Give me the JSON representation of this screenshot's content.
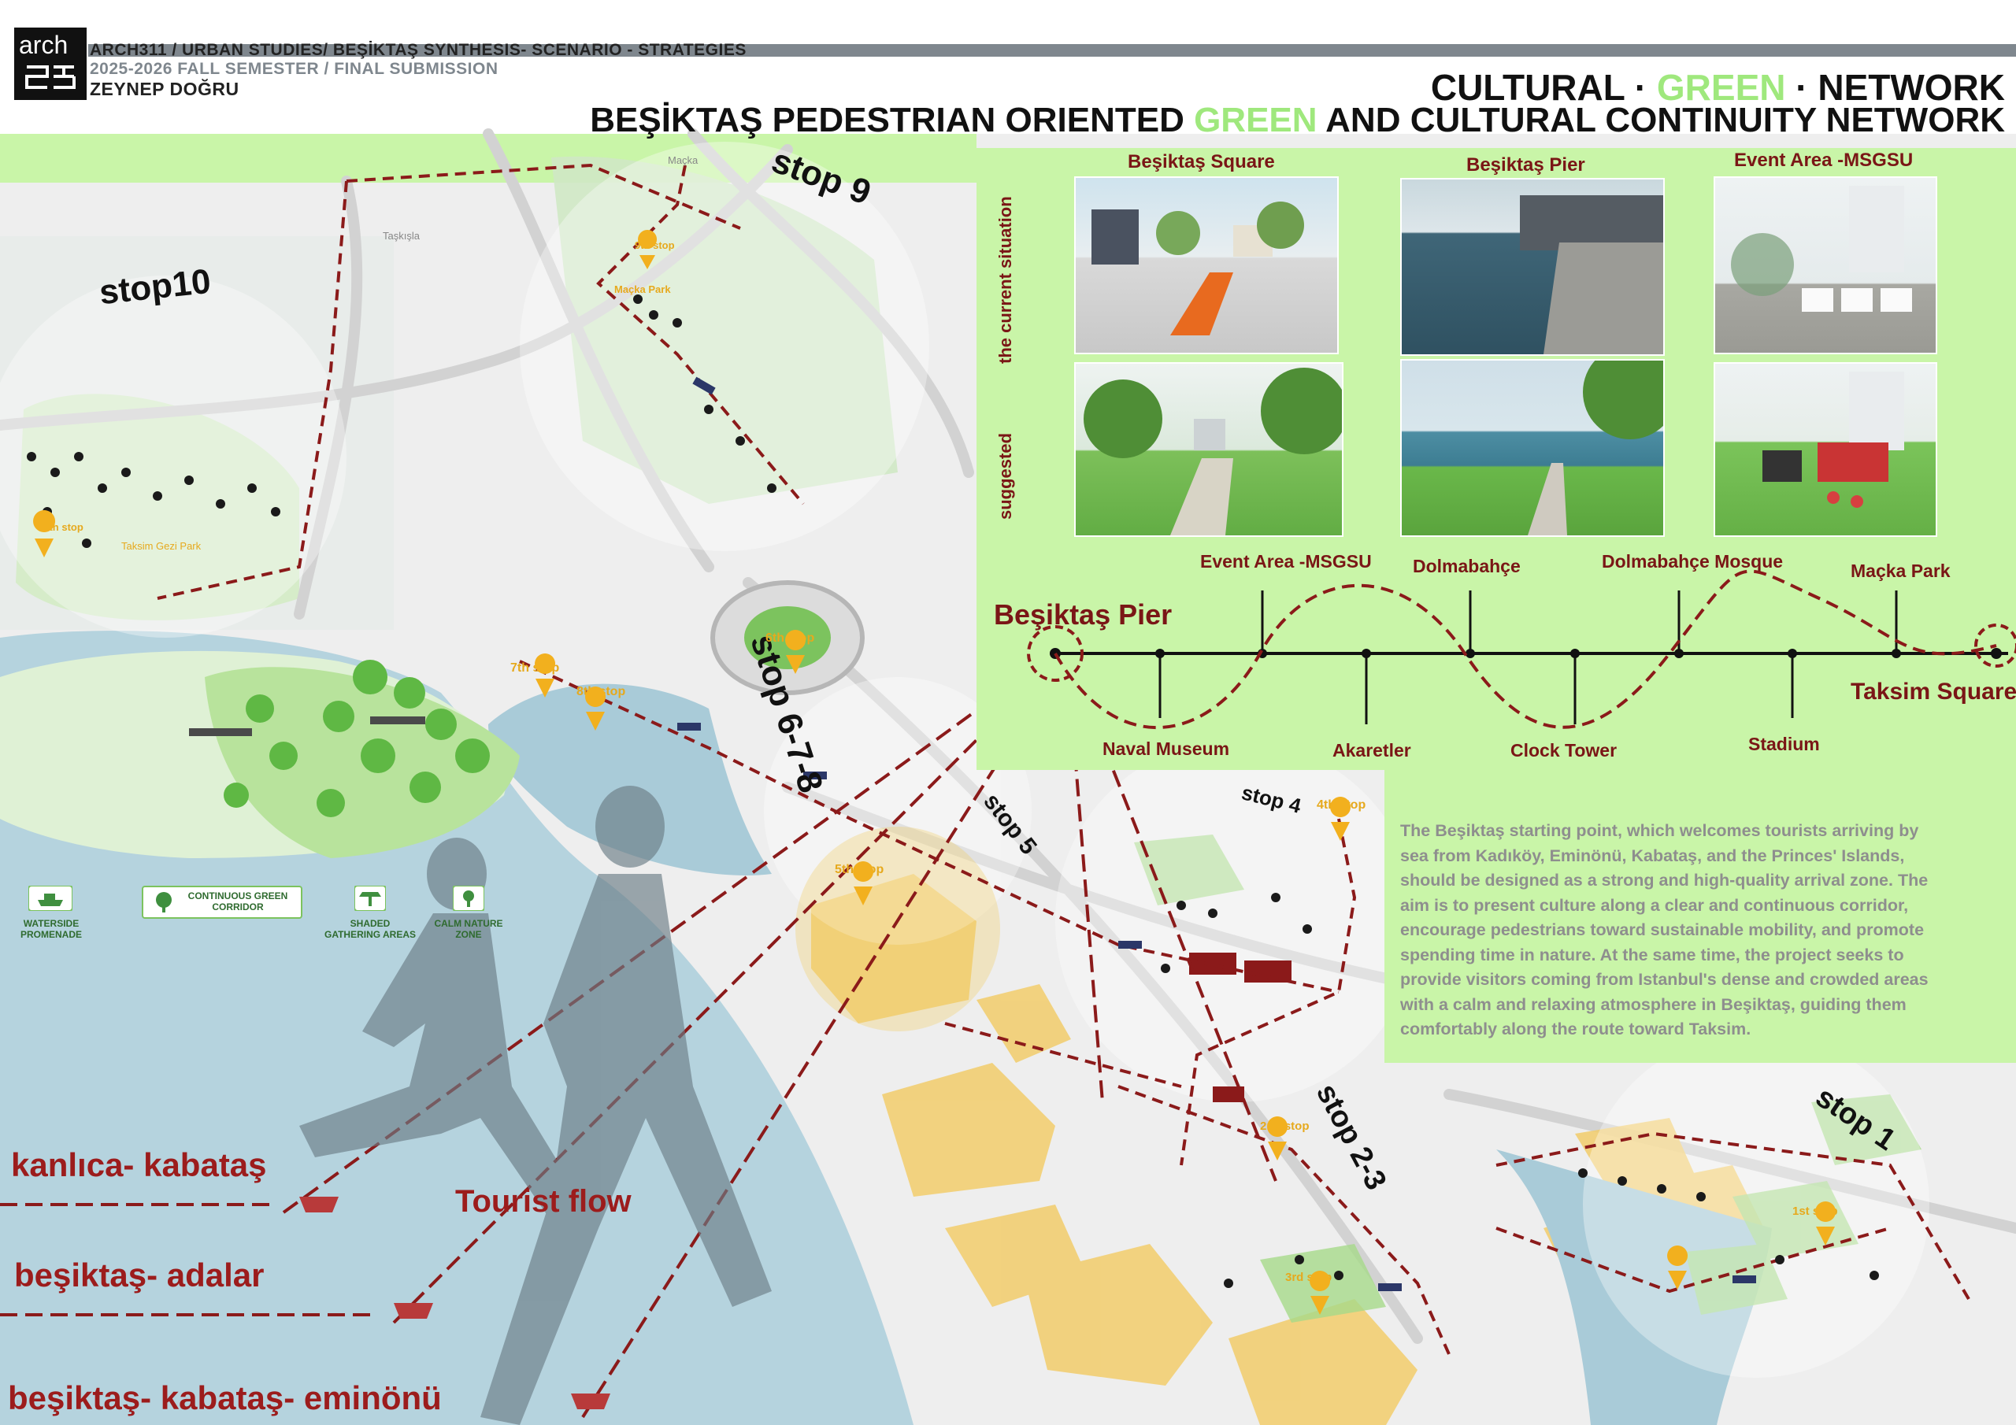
{
  "header": {
    "logo_top": "arch",
    "line1": "ARCH311 / URBAN STUDIES/ BEŞİKTAŞ SYNTHESIS- SCENARIO - STRATEGIES",
    "line2": "2025-2026 FALL SEMESTER / FINAL SUBMISSION",
    "line3": "ZEYNEP DOĞRU"
  },
  "title": {
    "t1_a": "CULTURAL · ",
    "t1_b": "GREEN",
    "t1_c": " · NETWORK",
    "t2_a": "BEŞİKTAŞ PEDESTRIAN ORIENTED ",
    "t2_b": "GREEN",
    "t2_c": " AND CULTURAL  CONTINUITY NETWORK"
  },
  "stops": {
    "s1": "stop 1",
    "s23": "stop 2-3",
    "s4": "stop 4",
    "s5": "stop 5",
    "s678": "stop 6-7-8",
    "s9": "stop 9",
    "s10": "stop10"
  },
  "map_labels": {
    "macka": "Maçka",
    "taskisla": "Taşkışla",
    "taksim_gezi": "Taksim Gezi Park",
    "macka_park": "Maçka Park",
    "stop9_pin": "9th stop",
    "stop10_pin": "10th stop",
    "stop6_pin": "6th stop",
    "stop7_pin": "7th stop",
    "stop8_pin": "8th stop",
    "stop5_pin": "5th stop",
    "stop4_pin": "4th stop",
    "stop2_pin": "2nd stop",
    "stop3_pin": "3rd stop",
    "stop1_pin": "1st stop"
  },
  "legend": [
    {
      "icon": "boat-icon",
      "label": "WATERSIDE PROMENADE"
    },
    {
      "icon": "tree-icon",
      "label": "CONTINUOUS GREEN CORRIDOR"
    },
    {
      "icon": "shade-icon",
      "label": "SHADED GATHERING AREAS"
    },
    {
      "icon": "nature-icon",
      "label": "CALM NATURE ZONE"
    }
  ],
  "ferry_lines": {
    "l1": "kanlıca- kabataş",
    "l2": "beşiktaş- adalar",
    "l3": "beşiktaş- kabataş- eminönü",
    "flow": "Tourist flow"
  },
  "panel": {
    "row1": "the current situation",
    "row2": "suggested",
    "col1": "Beşiktaş Square",
    "col2": "Beşiktaş Pier",
    "col3": "Event Area -MSGSU"
  },
  "route": {
    "start": "Beşiktaş Pier",
    "end": "Taksim Square",
    "top": [
      {
        "label": "Event Area -MSGSU"
      },
      {
        "label": "Dolmabahçe"
      },
      {
        "label": "Dolmabahçe Mosque"
      },
      {
        "label": "Maçka Park"
      }
    ],
    "bottom": [
      {
        "label": "Naval Museum"
      },
      {
        "label": "Akaretler"
      },
      {
        "label": "Clock Tower"
      },
      {
        "label": "Stadium"
      }
    ]
  },
  "description": [
    "The Beşiktaş starting point, which welcomes tourists arriving by",
    "sea from Kadıköy, Eminönü, Kabataş, and the Princes' Islands,",
    "should be designed as a strong and high-quality arrival zone. The",
    "aim is to present culture along a clear and continuous corridor,",
    "encourage pedestrians toward sustainable mobility, and promote",
    "spending time in nature. At the same time, the project seeks to",
    "provide visitors coming from Istanbul's dense and crowded areas",
    "with a calm and relaxing atmosphere in Beşiktaş, guiding them",
    "comfortably along the route toward Taksim."
  ],
  "colors": {
    "accent_green": "#9fe87d",
    "panel_green": "#c9f5a8",
    "route_red": "#8b1a1a",
    "sea": "#b5d3de",
    "building_yellow": "#f2cd6b"
  }
}
